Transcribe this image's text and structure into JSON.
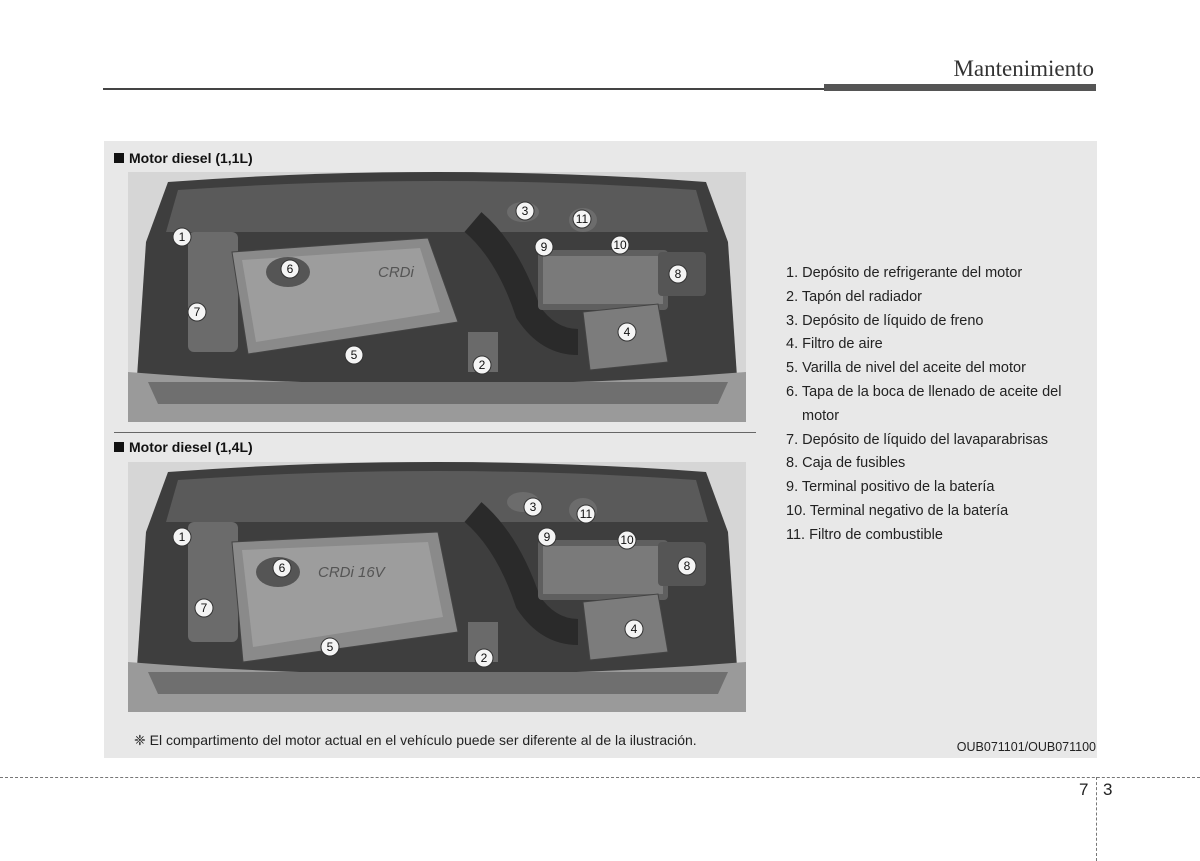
{
  "header": {
    "title": "Mantenimiento"
  },
  "sections": [
    {
      "label": "Motor diesel (1,1L)",
      "cover_logo": "CRDi"
    },
    {
      "label": "Motor diesel (1,4L)",
      "cover_logo": "CRDi 16V"
    }
  ],
  "callouts": [
    "1",
    "2",
    "3",
    "4",
    "5",
    "6",
    "7",
    "8",
    "9",
    "10",
    "11"
  ],
  "legend": [
    "1. Depósito de refrigerante del motor",
    "2. Tapón del radiador",
    "3. Depósito de líquido de freno",
    "4. Filtro de aire",
    "5. Varilla de nivel del aceite del motor",
    "6. Tapa de la boca de llenado de aceite del motor",
    "7. Depósito de líquido del lavaparabrisas",
    "8. Caja de fusibles",
    "9. Terminal positivo de la batería",
    "10. Terminal negativo de la batería",
    "11. Filtro de combustible"
  ],
  "footnote": "❈ El compartimento del motor actual en el vehículo puede ser diferente al de la ilustración.",
  "image_code": "OUB071101/OUB071100",
  "page": {
    "chapter": "7",
    "number": "3"
  }
}
